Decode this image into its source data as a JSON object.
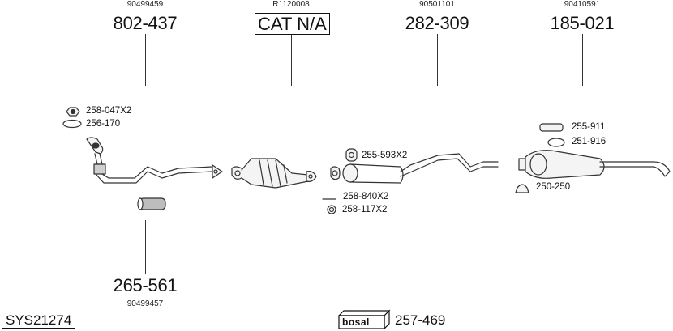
{
  "diagram": {
    "system_code": "SYS21274",
    "brand": "bosal",
    "mounting_kit": "257-469",
    "top_parts": [
      {
        "oe": "90499459",
        "part": "802-437",
        "boxed": false
      },
      {
        "oe": "R1120008",
        "part": "CAT N/A",
        "boxed": true
      },
      {
        "oe": "90501101",
        "part": "282-309",
        "boxed": false
      },
      {
        "oe": "90410591",
        "part": "185-021",
        "boxed": false
      }
    ],
    "bottom_parts": [
      {
        "oe": "90499457",
        "part": "265-561"
      }
    ],
    "accessories": {
      "nut": "258-047X2",
      "gasket_front": "256-170",
      "rubber_mount_mid": "255-593X2",
      "bolt": "258-840X2",
      "spring": "258-117X2",
      "rubber_mount_rear": "255-911",
      "clamp_rear": "251-916",
      "clamp_joint": "250-250"
    },
    "colors": {
      "line": "#333333",
      "fill": "#f4f4f4",
      "text": "#111111"
    }
  }
}
